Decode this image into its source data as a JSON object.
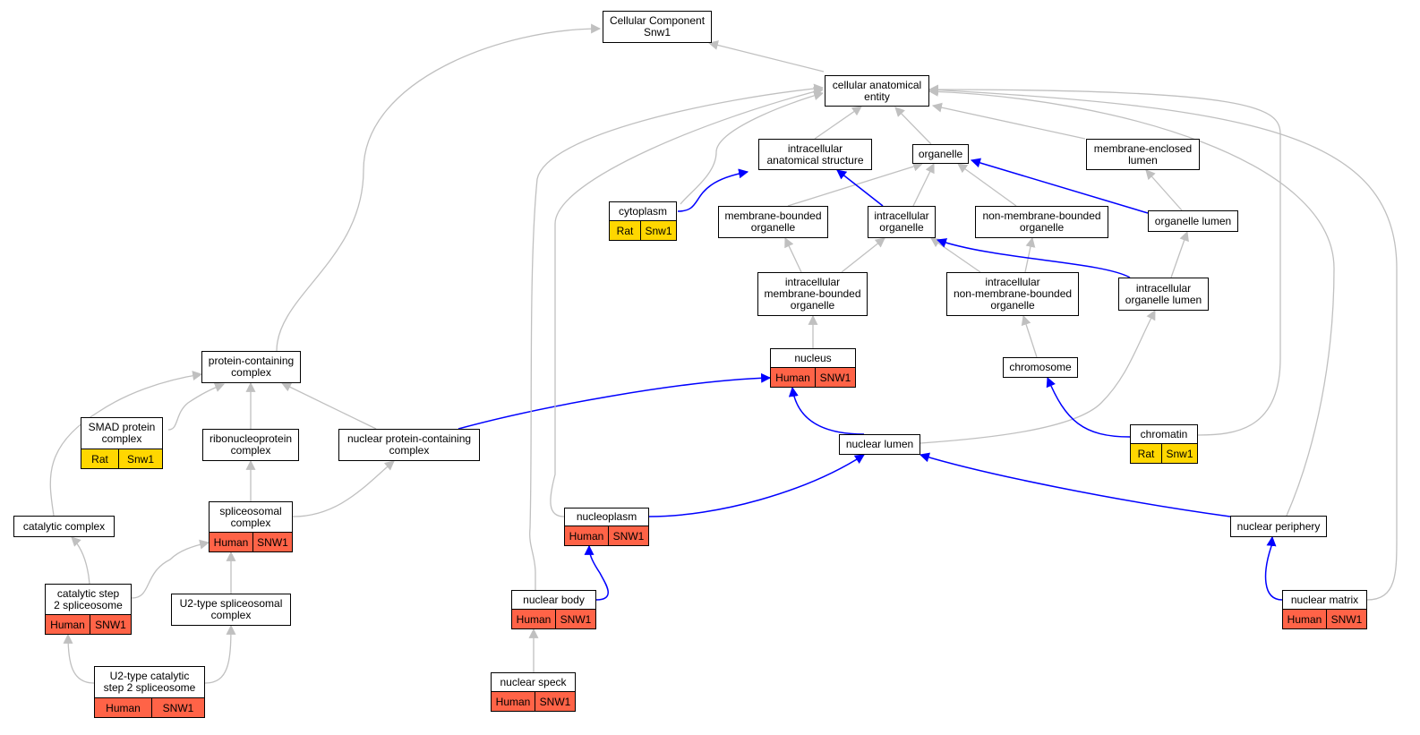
{
  "colors": {
    "edge_grey": "#c0c0c0",
    "edge_blue": "#0000ff",
    "human": "#ff6347",
    "rat": "#ffd700"
  },
  "nodes": {
    "cc": {
      "label": "Cellular Component\nSnw1"
    },
    "cae": {
      "label": "cellular anatomical\nentity"
    },
    "ias": {
      "label": "intracellular\nanatomical structure"
    },
    "organelle": {
      "label": "organelle"
    },
    "mel": {
      "label": "membrane-enclosed\nlumen"
    },
    "cytoplasm": {
      "label": "cytoplasm",
      "species": "Rat",
      "gene": "Snw1"
    },
    "mbo": {
      "label": "membrane-bounded\norganelle"
    },
    "io": {
      "label": "intracellular\norganelle"
    },
    "nmbo": {
      "label": "non-membrane-bounded\norganelle"
    },
    "ol": {
      "label": "organelle lumen"
    },
    "imbo": {
      "label": "intracellular\nmembrane-bounded\norganelle"
    },
    "inmbo": {
      "label": "intracellular\nnon-membrane-bounded\norganelle"
    },
    "iol": {
      "label": "intracellular\norganelle lumen"
    },
    "nucleus": {
      "label": "nucleus",
      "species": "Human",
      "gene": "SNW1"
    },
    "chromosome": {
      "label": "chromosome"
    },
    "pcc": {
      "label": "protein-containing\ncomplex"
    },
    "smad": {
      "label": "SMAD protein\ncomplex",
      "species": "Rat",
      "gene": "Snw1"
    },
    "rnp": {
      "label": "ribonucleoprotein\ncomplex"
    },
    "npcc": {
      "label": "nuclear protein-containing\ncomplex"
    },
    "nlumen": {
      "label": "nuclear lumen"
    },
    "chromatin": {
      "label": "chromatin",
      "species": "Rat",
      "gene": "Snw1"
    },
    "catc": {
      "label": "catalytic complex"
    },
    "spl": {
      "label": "spliceosomal\ncomplex",
      "species": "Human",
      "gene": "SNW1"
    },
    "nucleoplasm": {
      "label": "nucleoplasm",
      "species": "Human",
      "gene": "SNW1"
    },
    "nperiph": {
      "label": "nuclear periphery"
    },
    "cs2": {
      "label": "catalytic step\n2 spliceosome",
      "species": "Human",
      "gene": "SNW1"
    },
    "u2spl": {
      "label": "U2-type spliceosomal\ncomplex"
    },
    "nbody": {
      "label": "nuclear body",
      "species": "Human",
      "gene": "SNW1"
    },
    "nmatrix": {
      "label": "nuclear matrix",
      "species": "Human",
      "gene": "SNW1"
    },
    "u2cat": {
      "label": "U2-type catalytic\nstep 2 spliceosome",
      "species": "Human",
      "gene": "SNW1"
    },
    "nspeck": {
      "label": "nuclear speck",
      "species": "Human",
      "gene": "SNW1"
    }
  }
}
